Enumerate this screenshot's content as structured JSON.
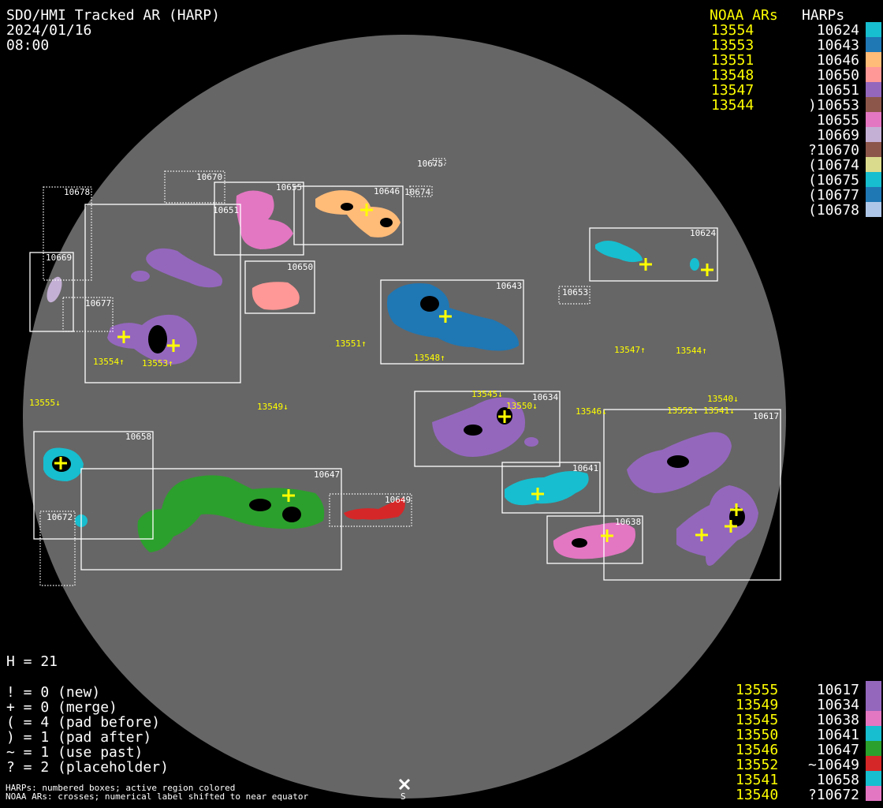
{
  "header": {
    "title": "SDO/HMI Tracked AR (HARP)",
    "date": "2024/01/16",
    "time": "08:00"
  },
  "legend_top": {
    "noaa_header": "NOAA ARs",
    "harp_header": "HARPs",
    "noaa": [
      "13554",
      "13553",
      "13551",
      "13548",
      "13547",
      "13544"
    ],
    "harps": [
      {
        "id": "10624",
        "color": "#17becf"
      },
      {
        "id": "10643",
        "color": "#1f77b4"
      },
      {
        "id": "10646",
        "color": "#ffbb78"
      },
      {
        "id": "10650",
        "color": "#ff9896"
      },
      {
        "id": "10651",
        "color": "#9467bd"
      },
      {
        "id": ")10653",
        "color": "#8c564b"
      },
      {
        "id": "10655",
        "color": "#e377c2"
      },
      {
        "id": "10669",
        "color": "#c5b0d5"
      },
      {
        "id": "?10670",
        "color": "#8c564b"
      },
      {
        "id": "(10674",
        "color": "#dbdb8d"
      },
      {
        "id": "(10675",
        "color": "#17becf"
      },
      {
        "id": "(10677",
        "color": "#1f77b4"
      },
      {
        "id": "(10678",
        "color": "#aec7e8"
      }
    ]
  },
  "legend_bottom": {
    "noaa": [
      "13555",
      "13549",
      "13545",
      "13550",
      "13546",
      "13552",
      "13541",
      "13540"
    ],
    "harps": [
      {
        "id": "10617",
        "color": "#9467bd"
      },
      {
        "id": "10634",
        "color": "#9467bd"
      },
      {
        "id": "10638",
        "color": "#e377c2"
      },
      {
        "id": "10641",
        "color": "#17becf"
      },
      {
        "id": "10647",
        "color": "#2ca02c"
      },
      {
        "id": "~10649",
        "color": "#d62728"
      },
      {
        "id": "10658",
        "color": "#17becf"
      },
      {
        "id": "?10672",
        "color": "#e377c2"
      }
    ]
  },
  "stats": {
    "h": "H = 21",
    "lines": [
      "! = 0 (new)",
      "+ = 0 (merge)",
      "( = 4 (pad before)",
      ") = 1 (pad after)",
      "~ = 1 (use past)",
      "? = 2 (placeholder)"
    ]
  },
  "notes": [
    "HARPs: numbered boxes; active region colored",
    "NOAA ARs: crosses; numerical label shifted to near equator"
  ],
  "south_label": "S",
  "disk": {
    "harp_labels": {
      "h10678": "10678",
      "h10670": "10670",
      "h10675": "10675",
      "h10674": "10674",
      "h10655": "10655",
      "h10646": "10646",
      "h10651": "10651",
      "h10669": "10669",
      "h10677": "10677",
      "h10650": "10650",
      "h10643": "10643",
      "h10624": "10624",
      "h10653": "10653",
      "h10634": "10634",
      "h10617": "10617",
      "h10658": "10658",
      "h10647": "10647",
      "h10649": "10649",
      "h10641": "10641",
      "h10638": "10638",
      "h10672": "10672"
    },
    "noaa_labels": {
      "n13554": "13554↑",
      "n13553": "13553↑",
      "n13551": "13551↑",
      "n13548": "13548↑",
      "n13547": "13547↑",
      "n13544": "13544↑",
      "n13555": "13555↓",
      "n13549": "13549↓",
      "n13545": "13545↓",
      "n13550": "13550↓",
      "n13546": "13546↓",
      "n13552": "13552↓",
      "n13541": "13541↓",
      "n13540": "13540↓"
    }
  }
}
